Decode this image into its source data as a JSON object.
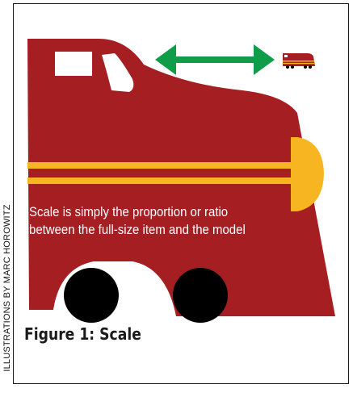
{
  "figure": {
    "caption": "Figure 1: Scale",
    "description_lines": [
      "Scale is simply the proportion or ratio",
      "between the full-size item and the model"
    ],
    "credit": "ILLUSTRATIONS BY MARC HOROWITZ"
  },
  "colors": {
    "body": "#A51E22",
    "stripe": "#F7B522",
    "wheel": "#000000",
    "arrow": "#0F9D4A",
    "window": "#FFFFFF",
    "border": "#1A1A1A"
  },
  "icons": [
    "locomotive-illustration",
    "double-arrow-icon",
    "model-train-icon"
  ]
}
